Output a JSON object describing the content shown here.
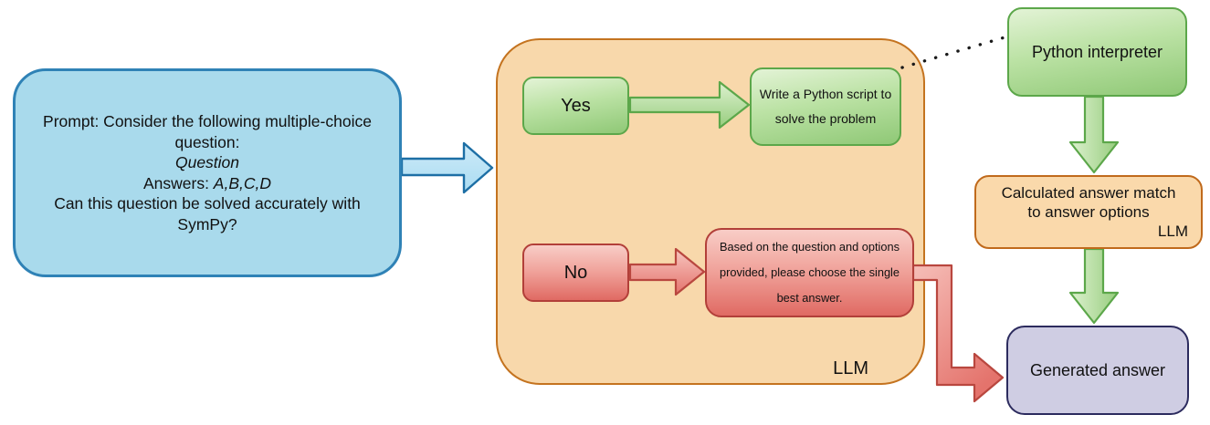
{
  "palette": {
    "blue_box_fill": "#a9daec",
    "blue_box_border": "#2f82b6",
    "blue_arrow_fill": "#bde3f4",
    "blue_arrow_border": "#1d6fa5",
    "orange_container_fill": "#f8d8ab",
    "orange_container_border": "#c4731f",
    "green_node_light": "#e3f3d6",
    "green_node_dark": "#8fc876",
    "green_border": "#5ca74a",
    "red_node_light": "#f8cdc7",
    "red_node_dark": "#e06a63",
    "red_border": "#b23f39",
    "purple_fill": "#cfcde3",
    "purple_border": "#2c2b5e",
    "text": "#111111"
  },
  "flow": {
    "prompt": {
      "l1": "Prompt: Consider the following multiple-choice",
      "l2": "question:",
      "l3": "Question",
      "l4a": "Answers: ",
      "l4b": "A,B,C,D",
      "l5": "Can this question be solved accurately with",
      "l6": "SymPy?"
    },
    "llm_container_label": "LLM",
    "yes_label": "Yes",
    "no_label": "No",
    "script_label": "Write a Python script to solve the problem",
    "fallback_label": "Based on the question and options provided, please choose the single best answer.",
    "python_label": "Python interpreter",
    "match": {
      "l1": "Calculated answer match",
      "l2": "to answer options",
      "llm": "LLM"
    },
    "generated_label": "Generated answer"
  }
}
